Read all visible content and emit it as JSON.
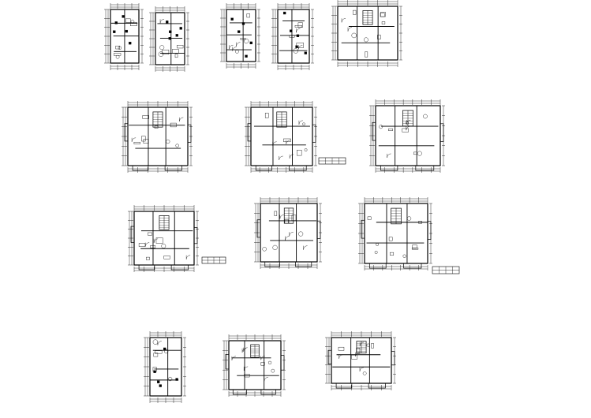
{
  "sheet": {
    "title": "",
    "background": "#ffffff",
    "line_color": "#000000"
  },
  "plans": [
    {
      "id": "plan-r1-a",
      "row": 1,
      "caption": "",
      "sub": "",
      "style": "tall",
      "wings": 0,
      "table": false
    },
    {
      "id": "plan-r1-b",
      "row": 1,
      "caption": "",
      "sub": "",
      "style": "tall",
      "wings": 0,
      "table": false
    },
    {
      "id": "plan-r1-c",
      "row": 1,
      "caption": "",
      "sub": "",
      "style": "tall",
      "wings": 0,
      "table": false
    },
    {
      "id": "plan-r1-d",
      "row": 1,
      "caption": "",
      "sub": "",
      "style": "tall",
      "wings": 0,
      "table": false
    },
    {
      "id": "plan-r1-e",
      "row": 1,
      "caption": "",
      "sub": "",
      "style": "wide",
      "wings": 0,
      "table": false
    },
    {
      "id": "plan-r2-a",
      "row": 2,
      "caption": "",
      "sub": "",
      "style": "wide",
      "wings": 2,
      "table": false
    },
    {
      "id": "plan-r2-b",
      "row": 2,
      "caption": "",
      "sub": "",
      "style": "wide",
      "wings": 2,
      "table": true
    },
    {
      "id": "plan-r2-c",
      "row": 2,
      "caption": "",
      "sub": "",
      "style": "wide",
      "wings": 2,
      "table": false
    },
    {
      "id": "plan-r3-a",
      "row": 3,
      "caption": "",
      "sub": "",
      "style": "wide",
      "wings": 2,
      "table": true
    },
    {
      "id": "plan-r3-b",
      "row": 3,
      "caption": "",
      "sub": "",
      "style": "wide",
      "wings": 2,
      "table": false
    },
    {
      "id": "plan-r3-c",
      "row": 3,
      "caption": "",
      "sub": "",
      "style": "wide",
      "wings": 2,
      "table": true
    },
    {
      "id": "plan-r4-a",
      "row": 4,
      "caption": "",
      "sub": "",
      "style": "tall",
      "wings": 0,
      "table": false
    },
    {
      "id": "plan-r4-b",
      "row": 4,
      "caption": "",
      "sub": "",
      "style": "wide",
      "wings": 2,
      "table": false
    },
    {
      "id": "plan-r4-c",
      "row": 4,
      "caption": "",
      "sub": "",
      "style": "wide",
      "wings": 2,
      "table": false
    }
  ]
}
